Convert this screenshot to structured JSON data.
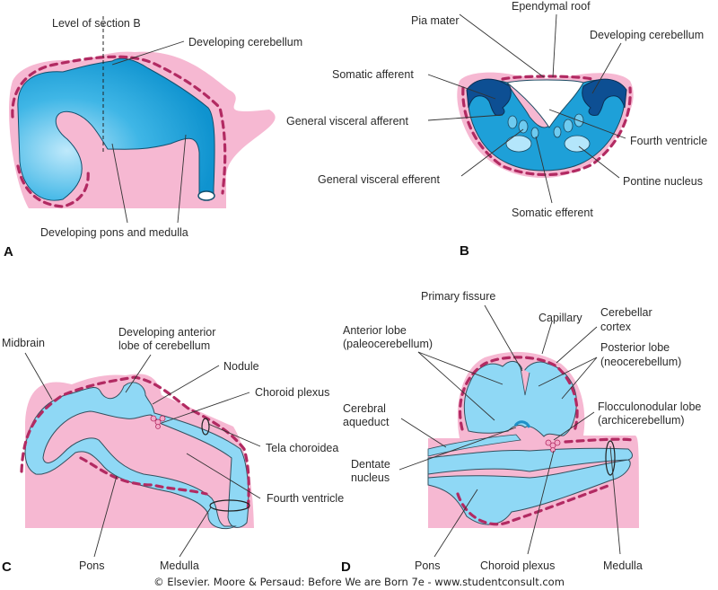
{
  "figure": {
    "credit": "© Elsevier. Moore & Persaud: Before We are Born 7e - www.studentconsult.com",
    "colors": {
      "mesenchyme_pink": "#f6b8d2",
      "neural_tissue_blue": "#8fd8f5",
      "section_blue": "#1ea0d8",
      "cerebellum_dark_blue": "#0d4f93",
      "vessel_magenta": "#b22a62"
    },
    "panels": {
      "A": {
        "letter": "A",
        "labels": {
          "level_section": "Level of section B",
          "developing_cerebellum": "Developing cerebellum",
          "pons_medulla": "Developing pons and medulla"
        }
      },
      "B": {
        "letter": "B",
        "labels": {
          "ependymal_roof": "Ependymal roof",
          "pia_mater": "Pia mater",
          "developing_cerebellum": "Developing cerebellum",
          "somatic_afferent": "Somatic afferent",
          "general_visceral_afferent": "General visceral afferent",
          "fourth_ventricle": "Fourth ventricle",
          "general_visceral_efferent": "General visceral efferent",
          "pontine_nucleus": "Pontine nucleus",
          "somatic_efferent": "Somatic efferent"
        }
      },
      "C": {
        "letter": "C",
        "labels": {
          "midbrain": "Midbrain",
          "anterior_lobe_1": "Developing anterior",
          "anterior_lobe_2": "lobe of cerebellum",
          "nodule": "Nodule",
          "choroid_plexus": "Choroid plexus",
          "tela_choroidea": "Tela choroidea",
          "fourth_ventricle": "Fourth ventricle",
          "pons": "Pons",
          "medulla": "Medulla"
        }
      },
      "D": {
        "letter": "D",
        "labels": {
          "primary_fissure": "Primary fissure",
          "capillary": "Capillary",
          "cerebellar_cortex_1": "Cerebellar",
          "cerebellar_cortex_2": "cortex",
          "anterior_lobe_1": "Anterior lobe",
          "anterior_lobe_2": "(paleocerebellum)",
          "posterior_lobe_1": "Posterior lobe",
          "posterior_lobe_2": "(neocerebellum)",
          "cerebral_aqueduct_1": "Cerebral",
          "cerebral_aqueduct_2": "aqueduct",
          "flocculonodular_1": "Flocculonodular lobe",
          "flocculonodular_2": "(archicerebellum)",
          "dentate_1": "Dentate",
          "dentate_2": "nucleus",
          "pons": "Pons",
          "choroid_plexus": "Choroid plexus",
          "medulla": "Medulla"
        }
      }
    }
  }
}
